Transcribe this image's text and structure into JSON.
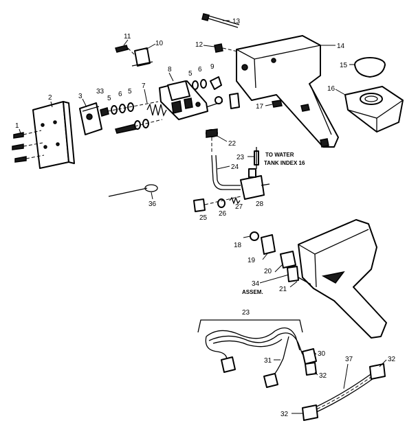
{
  "callouts": {
    "c1": "1",
    "c2": "2",
    "c3": "3",
    "c5a": "5",
    "c5b": "5",
    "c5c": "5",
    "c6a": "6",
    "c6b": "6",
    "c7": "7",
    "c8": "8",
    "c9": "9",
    "c10": "10",
    "c11": "11",
    "c12": "12",
    "c13": "13",
    "c14": "14",
    "c15": "15",
    "c16": "16",
    "c17": "17",
    "c18": "18",
    "c19": "19",
    "c20": "20",
    "c21": "21",
    "c22": "22",
    "c23a": "23",
    "c23b": "23",
    "c24": "24",
    "c25": "25",
    "c26": "26",
    "c27": "27",
    "c28": "28",
    "c30": "30",
    "c31": "31",
    "c32a": "32",
    "c32b": "32",
    "c32c": "32",
    "c33": "33",
    "c34": "34",
    "c36": "36",
    "c37": "37"
  },
  "notes": {
    "water_line1": "TO WATER",
    "water_line2": "TANK INDEX 16",
    "assem": "ASSEM."
  },
  "colors": {
    "ink": "#000000",
    "paper": "#ffffff"
  }
}
